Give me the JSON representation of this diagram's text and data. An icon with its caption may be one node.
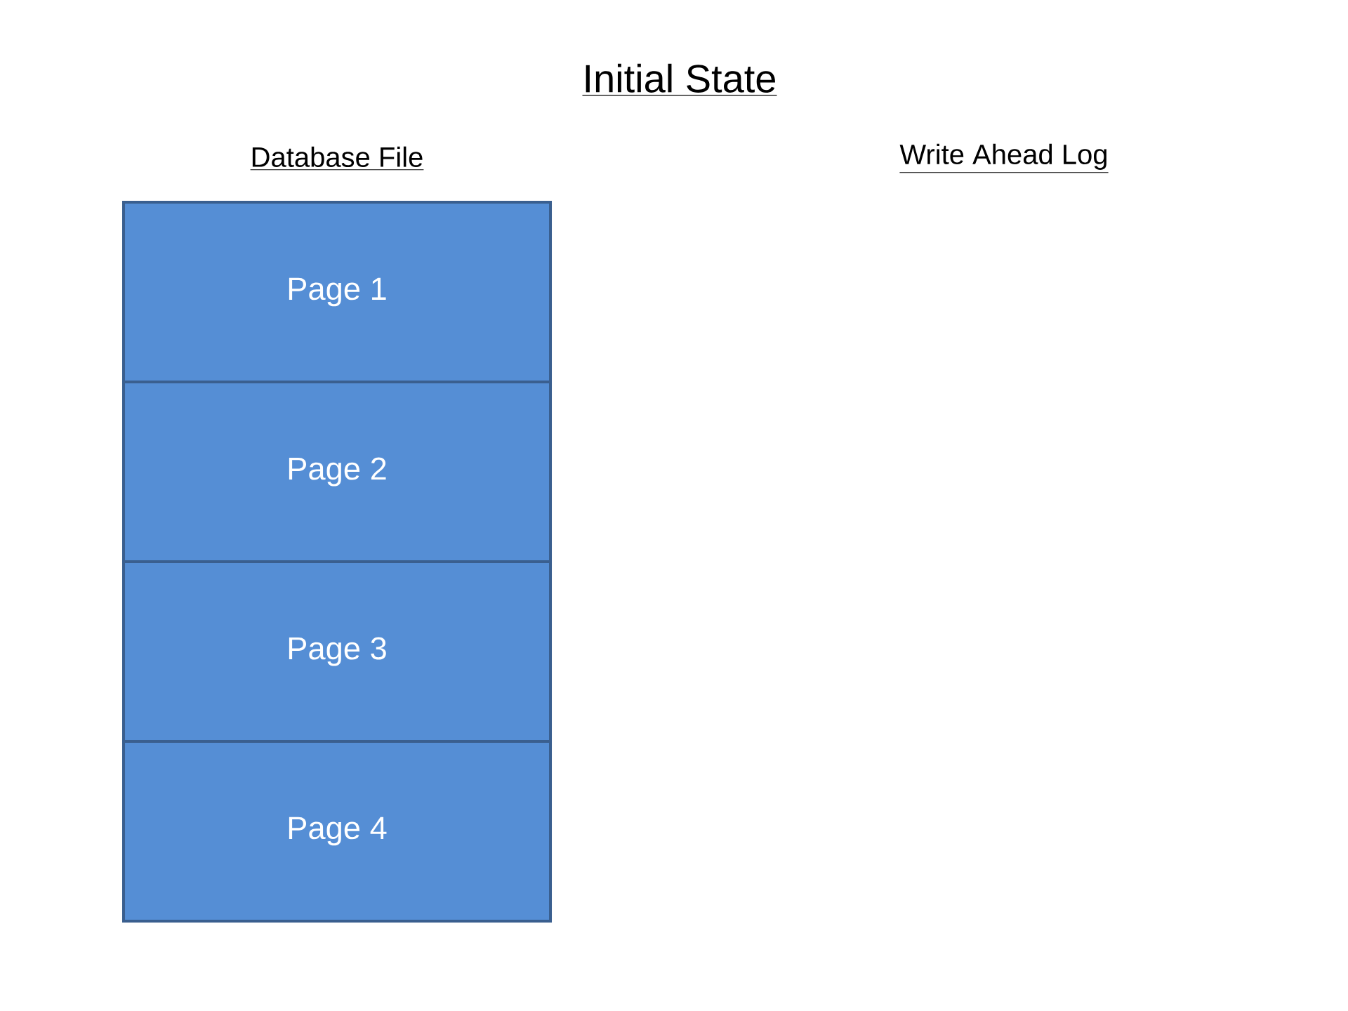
{
  "diagram": {
    "title": "Initial State",
    "nodes": [
      {
        "text": [
          "Page 1"
        ]
      },
      {
        "text": [
          "Page 2"
        ]
      },
      {
        "text": [
          "Page 3"
        ]
      },
      {
        "text": [
          "Page 4"
        ]
      }
    ],
    "labels": [
      "Database File",
      "Write Ahead Log"
    ]
  }
}
